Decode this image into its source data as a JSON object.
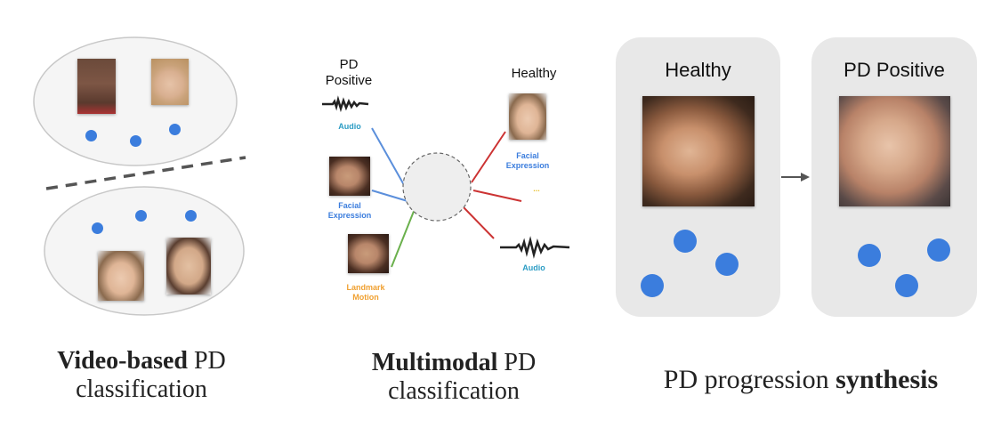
{
  "panel1": {
    "caption_bold": "Video-based",
    "caption_rest": " PD",
    "caption_line2": "classification"
  },
  "panel2": {
    "label_pd_positive_l1": "PD",
    "label_pd_positive_l2": "Positive",
    "label_healthy": "Healthy",
    "left_modalities": {
      "audio": "Audio",
      "facial_l1": "Facial",
      "facial_l2": "Expression",
      "landmark_l1": "Landmark",
      "landmark_l2": "Motion"
    },
    "right_modalities": {
      "facial_l1": "Facial",
      "facial_l2": "Expression",
      "ellipsis": "...",
      "audio": "Audio"
    },
    "caption_bold": "Multimodal",
    "caption_rest": " PD",
    "caption_line2": "classification"
  },
  "panel3": {
    "card_healthy_title": "Healthy",
    "card_pd_title": "PD Positive",
    "caption_rest": "PD progression ",
    "caption_bold": "synthesis"
  },
  "colors": {
    "dot": "#3b7ddd",
    "audio_label": "#2b9cc4",
    "facial_label": "#3b7ddd",
    "landmark_label": "#f0a030",
    "left_line_blue": "#5b8fdb",
    "left_line_green": "#6ab04c",
    "right_line_red": "#cc3333",
    "card_bg": "#e8e8e8"
  }
}
